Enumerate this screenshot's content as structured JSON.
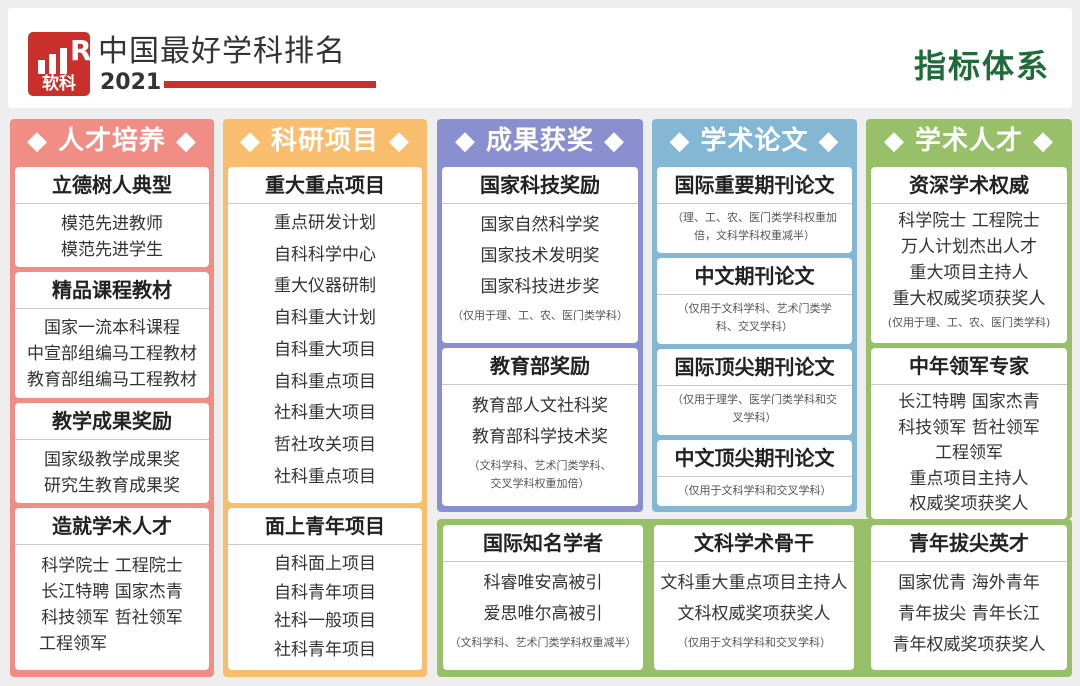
{
  "header": {
    "logo_text": "软科",
    "logo_letter": "R",
    "title": "中国最好学科排名",
    "year": "2021",
    "system": "指标体系"
  },
  "colors": {
    "talent": "#f08e85",
    "research": "#f8be6e",
    "awards": "#8a8fd0",
    "papers": "#83b7d4",
    "scholars": "#97c068",
    "logo_red": "#c9302c",
    "title_green": "#1f6b3a"
  },
  "columns": {
    "talent": {
      "title": "◆ 人才培养 ◆",
      "cards": [
        {
          "title": "立德树人典型",
          "items": [
            "模范先进教师",
            "模范先进学生"
          ]
        },
        {
          "title": "精品课程教材",
          "items": [
            "国家一流本科课程",
            "中宣部组编马工程教材",
            "教育部组编马工程教材"
          ]
        },
        {
          "title": "教学成果奖励",
          "items": [
            "国家级教学成果奖",
            "研究生教育成果奖"
          ]
        },
        {
          "title": "造就学术人才",
          "items": [
            "科学院士 工程院士",
            "长江特聘 国家杰青",
            "科技领军 哲社领军",
            "工程领军"
          ]
        }
      ]
    },
    "research": {
      "title": "◆ 科研项目 ◆",
      "cards": [
        {
          "title": "重大重点项目",
          "items": [
            "重点研发计划",
            "自科科学中心",
            "重大仪器研制",
            "自科重大计划",
            "自科重大项目",
            "自科重点项目",
            "社科重大项目",
            "哲社攻关项目",
            "社科重点项目"
          ]
        },
        {
          "title": "面上青年项目",
          "items": [
            "自科面上项目",
            "自科青年项目",
            "社科一般项目",
            "社科青年项目"
          ]
        }
      ]
    },
    "awards": {
      "title": "◆ 成果获奖 ◆",
      "cards": [
        {
          "title": "国家科技奖励",
          "items": [
            "国家自然科学奖",
            "国家技术发明奖",
            "国家科技进步奖"
          ],
          "note": "（仅用于理、工、农、医门类学科）"
        },
        {
          "title": "教育部奖励",
          "items": [
            "教育部人文社科奖",
            "教育部科学技术奖"
          ],
          "note": "（文科学科、艺术门类学科、交叉学科权重加倍）"
        }
      ]
    },
    "papers": {
      "title": "◆ 学术论文 ◆",
      "cards": [
        {
          "title": "国际重要期刊论文",
          "note": "（理、工、农、医门类学科权重加倍，文科学科权重减半）"
        },
        {
          "title": "中文期刊论文",
          "note": "（仅用于文科学科、艺术门类学科、交叉学科）"
        },
        {
          "title": "国际顶尖期刊论文",
          "note": "（仅用于理学、医学门类学科和交叉学科）"
        },
        {
          "title": "中文顶尖期刊论文",
          "note": "（仅用于文科学科和交叉学科）"
        }
      ]
    },
    "scholars": {
      "title": "◆ 学术人才 ◆",
      "cards": [
        {
          "title": "资深学术权威",
          "items": [
            "科学院士 工程院士",
            "万人计划杰出人才",
            "重大项目主持人",
            "重大权威奖项获奖人"
          ],
          "note": "(仅用于理、工、农、医门类学科)"
        },
        {
          "title": "中年领军专家",
          "items": [
            "长江特聘 国家杰青",
            "科技领军 哲社领军",
            "工程领军",
            "重点项目主持人",
            "权威奖项获奖人"
          ]
        }
      ]
    },
    "bottom": [
      {
        "title": "国际知名学者",
        "items": [
          "科睿唯安高被引",
          "爱思唯尔高被引"
        ],
        "note": "（文科学科、艺术门类学科权重减半）"
      },
      {
        "title": "文科学术骨干",
        "items": [
          "文科重大重点项目主持人",
          "文科权威奖项获奖人"
        ],
        "note": "（仅用于文科学科和交叉学科）"
      },
      {
        "title": "青年拔尖英才",
        "items": [
          "国家优青 海外青年",
          "青年拔尖 青年长江",
          "青年权威奖项获奖人"
        ]
      }
    ]
  }
}
